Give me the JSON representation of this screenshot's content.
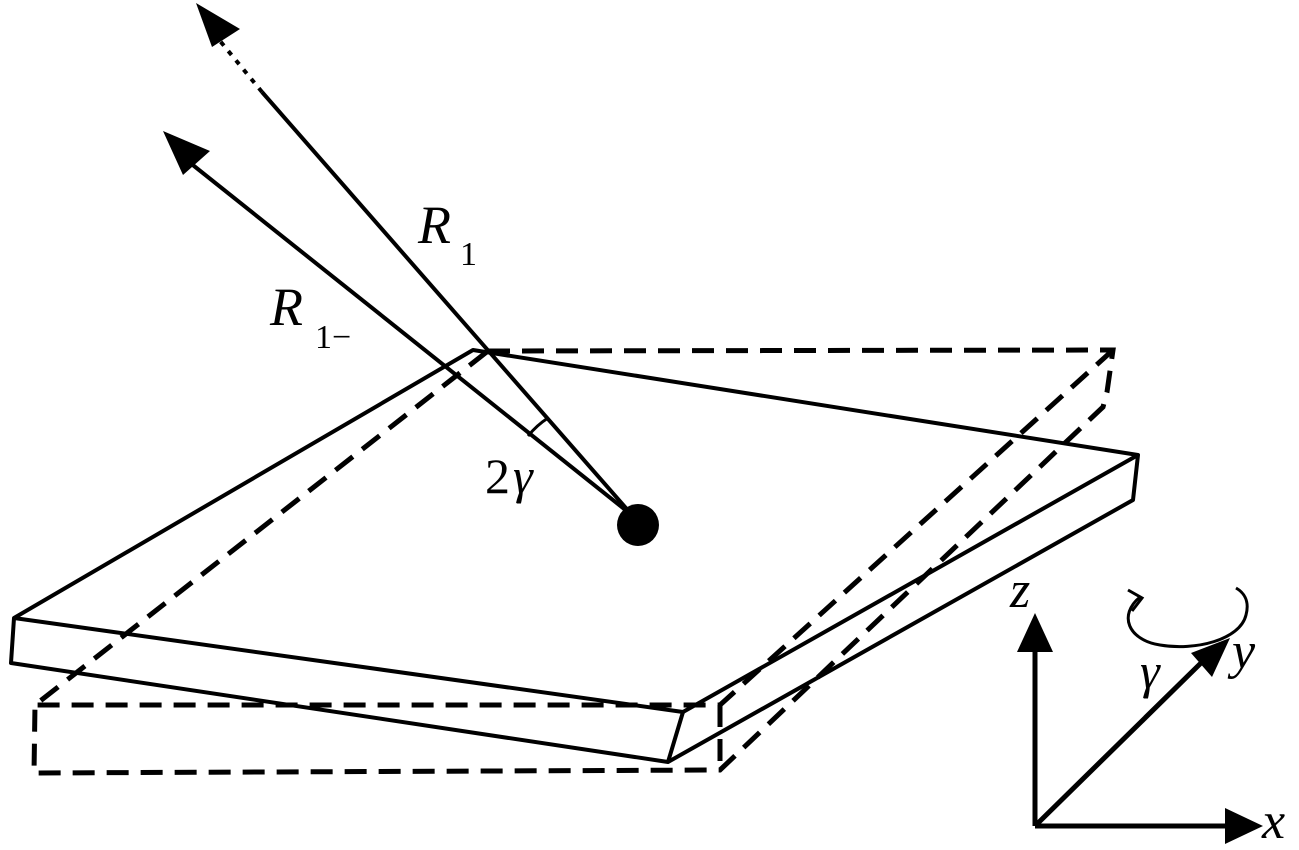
{
  "labels": {
    "ray_main": "R",
    "ray_main_sub": "1",
    "ray_tilted": "R",
    "ray_tilted_sub": "1−",
    "angle_coef": "2",
    "angle_symbol": "γ",
    "axis_z": "z",
    "axis_y": "y",
    "axis_x": "x",
    "rotation_symbol": "γ"
  }
}
